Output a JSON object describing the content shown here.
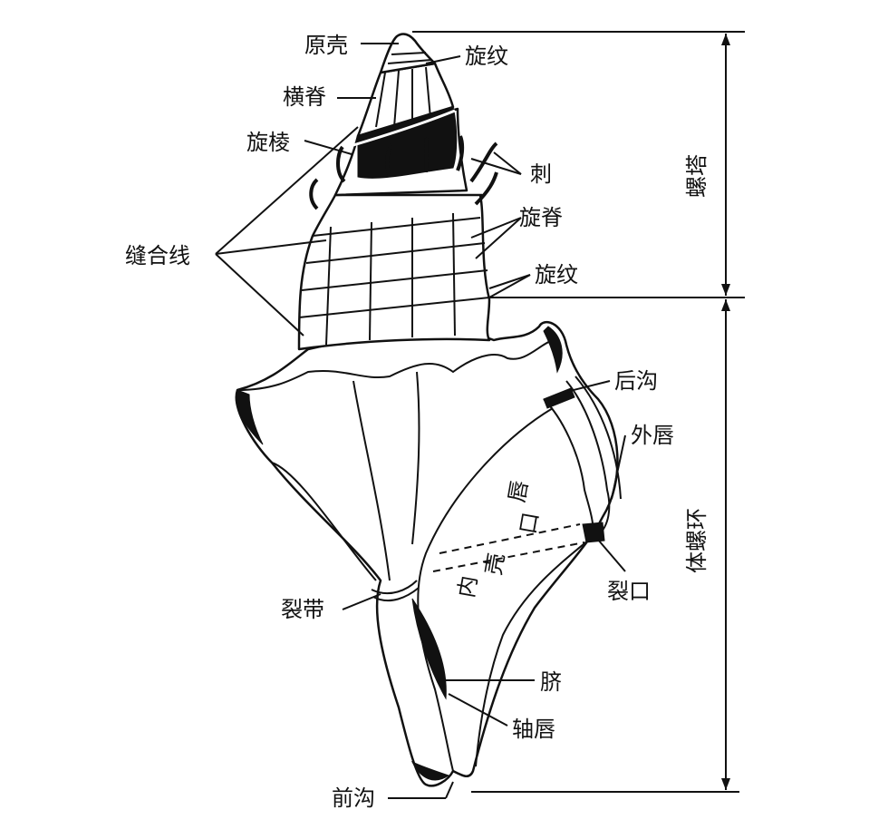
{
  "diagram": {
    "labels": {
      "protoconch": "原壳",
      "spiral_striae_top": "旋纹",
      "transverse_ridge": "横脊",
      "spiral_keel": "旋棱",
      "spines": "刺",
      "suture": "缝合线",
      "spiral_ridge": "旋脊",
      "spiral_striae_mid": "旋纹",
      "spire": "螺塔",
      "posterior_canal": "后沟",
      "outer_lip": "外唇",
      "inner_lip_char1": "内",
      "inner_lip_char2": "唇",
      "aperture_char1": "壳",
      "aperture_char2": "口",
      "slit": "裂口",
      "body_whorl": "体螺环",
      "fasciole": "裂带",
      "umbilicus": "脐",
      "columellar_lip": "轴唇",
      "anterior_canal": "前沟"
    }
  }
}
